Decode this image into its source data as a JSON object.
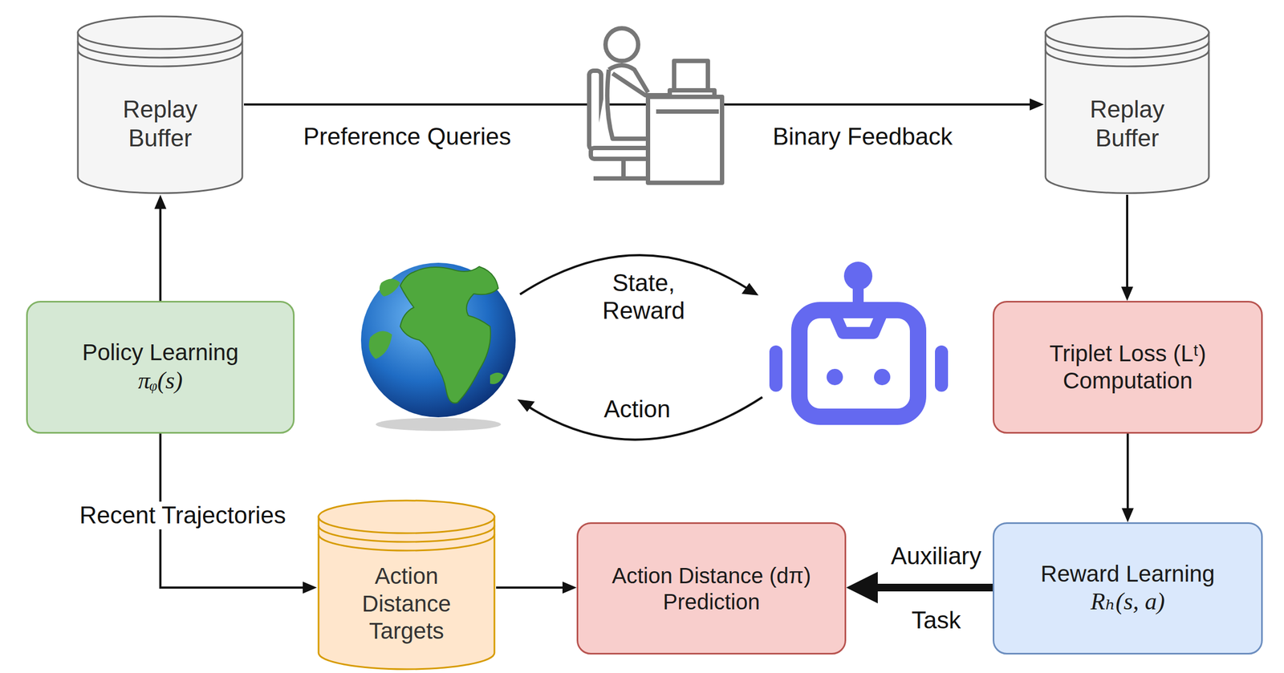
{
  "diagram": {
    "nodes": [
      {
        "text": [
          "Replay Buffer"
        ]
      },
      {
        "text": [
          "Replay Buffer"
        ]
      },
      {
        "text": [
          "Policy Learning",
          "πᵩ(s)"
        ]
      },
      {
        "text": [
          "Triplet Loss (Lᵗ) Computation"
        ]
      },
      {
        "text": [
          "Action Distance Targets"
        ]
      },
      {
        "text": [
          "Action Distance (dπ) Prediction"
        ]
      },
      {
        "text": [
          "Reward Learning",
          "Rₕ(s, a)"
        ]
      }
    ],
    "edges": [
      {
        "from": 0,
        "to": 1,
        "label": "Preference Queries",
        "arrow": "to"
      },
      {
        "from": 2,
        "to": 0,
        "arrow": "to"
      },
      {
        "from": 1,
        "to": 3,
        "arrow": "to"
      },
      {
        "from": 3,
        "to": 6,
        "arrow": "to"
      },
      {
        "from": 6,
        "to": 5,
        "label": "Auxiliary",
        "arrow": "to"
      },
      {
        "from": 2,
        "to": 4,
        "label": "Recent Trajectories",
        "arrow": "to"
      },
      {
        "from": 4,
        "to": 5,
        "arrow": "to"
      }
    ],
    "labels": [
      "Binary Feedback",
      "State, Reward",
      "Action",
      "Task"
    ]
  }
}
